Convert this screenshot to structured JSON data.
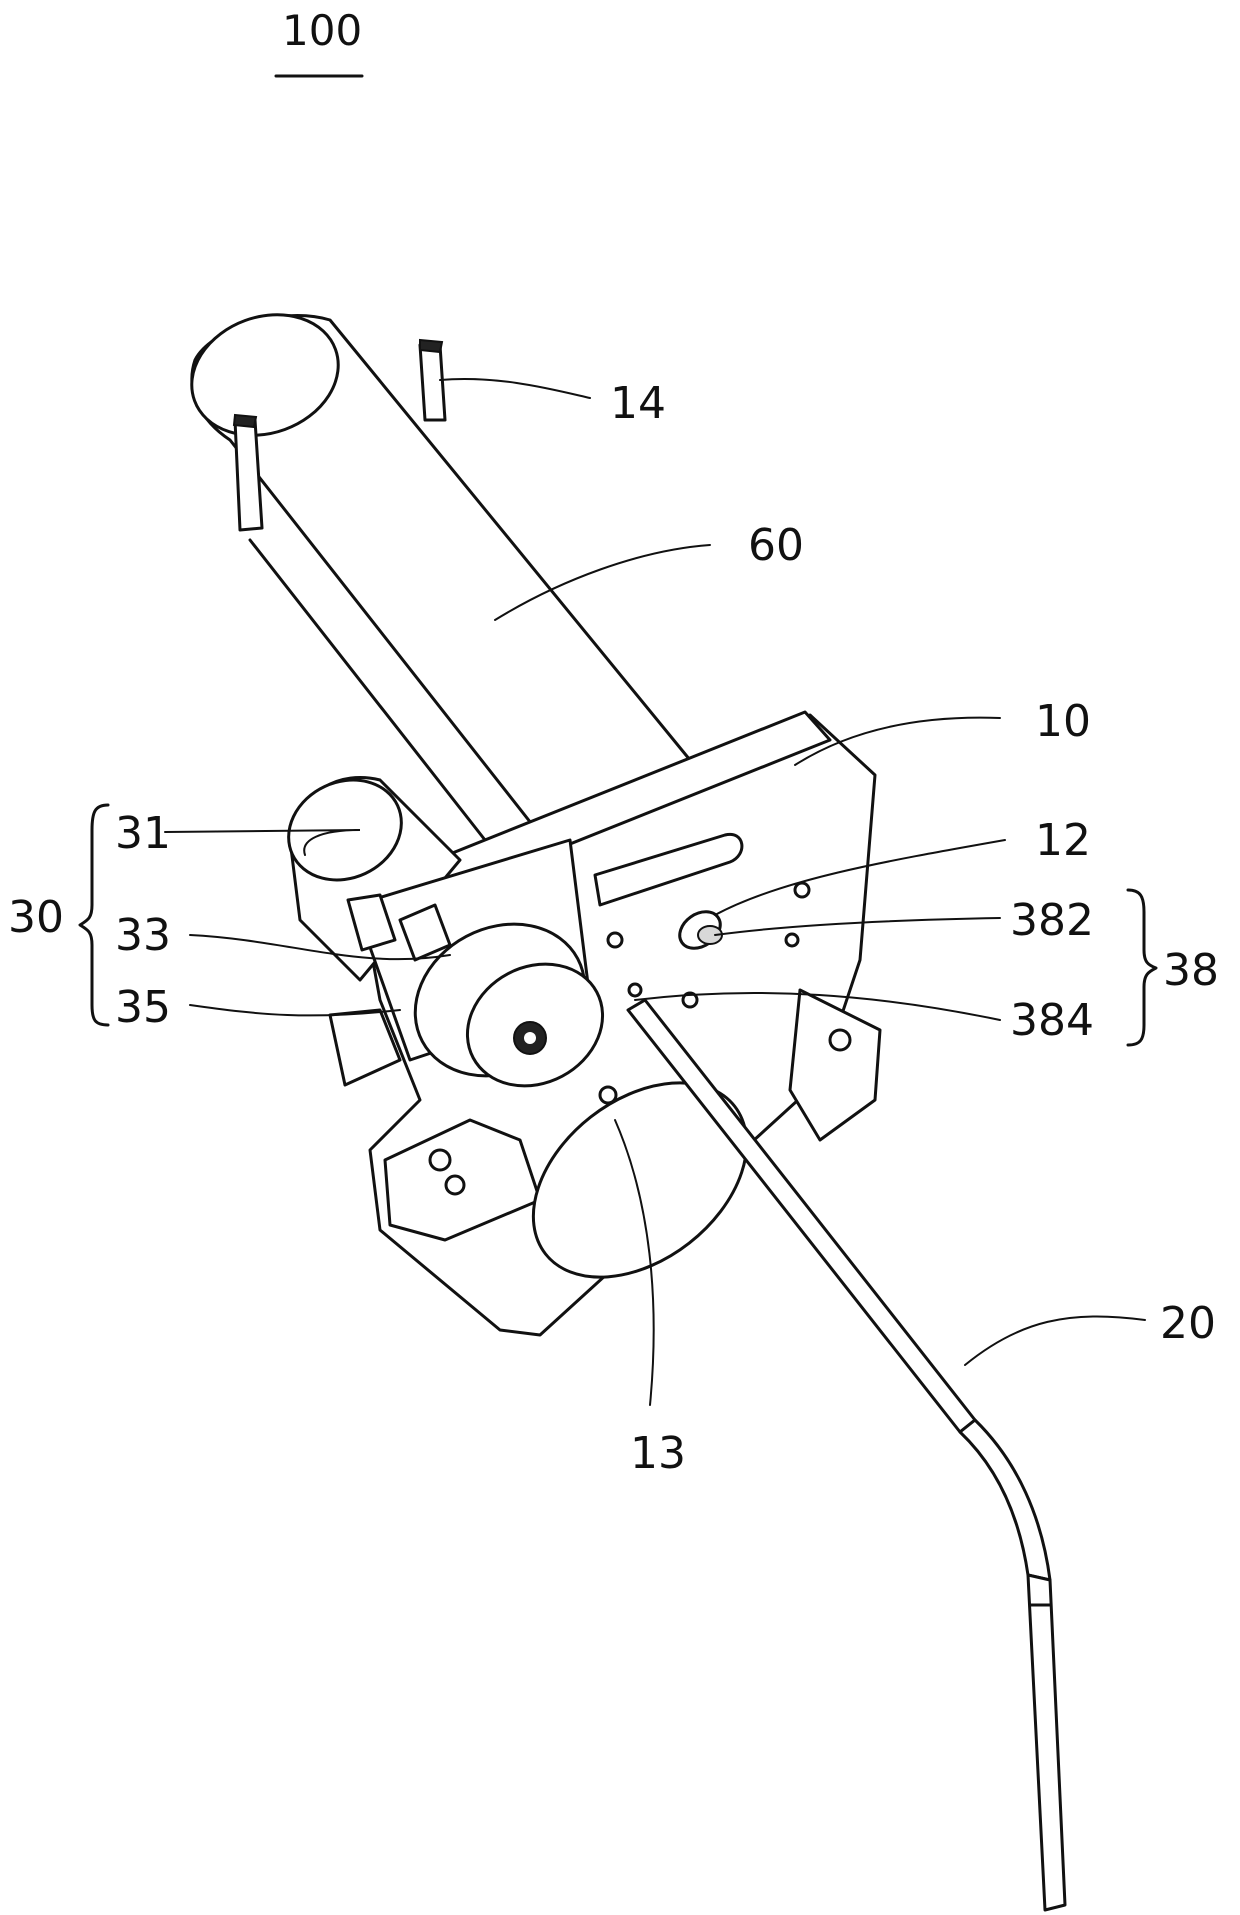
{
  "figure": {
    "assembly_label": "100",
    "labels": {
      "l14": "14",
      "l60": "60",
      "l10": "10",
      "l31": "31",
      "l12": "12",
      "l30": "30",
      "l33": "33",
      "l382": "382",
      "l38": "38",
      "l35": "35",
      "l384": "384",
      "l20": "20",
      "l13": "13"
    }
  }
}
